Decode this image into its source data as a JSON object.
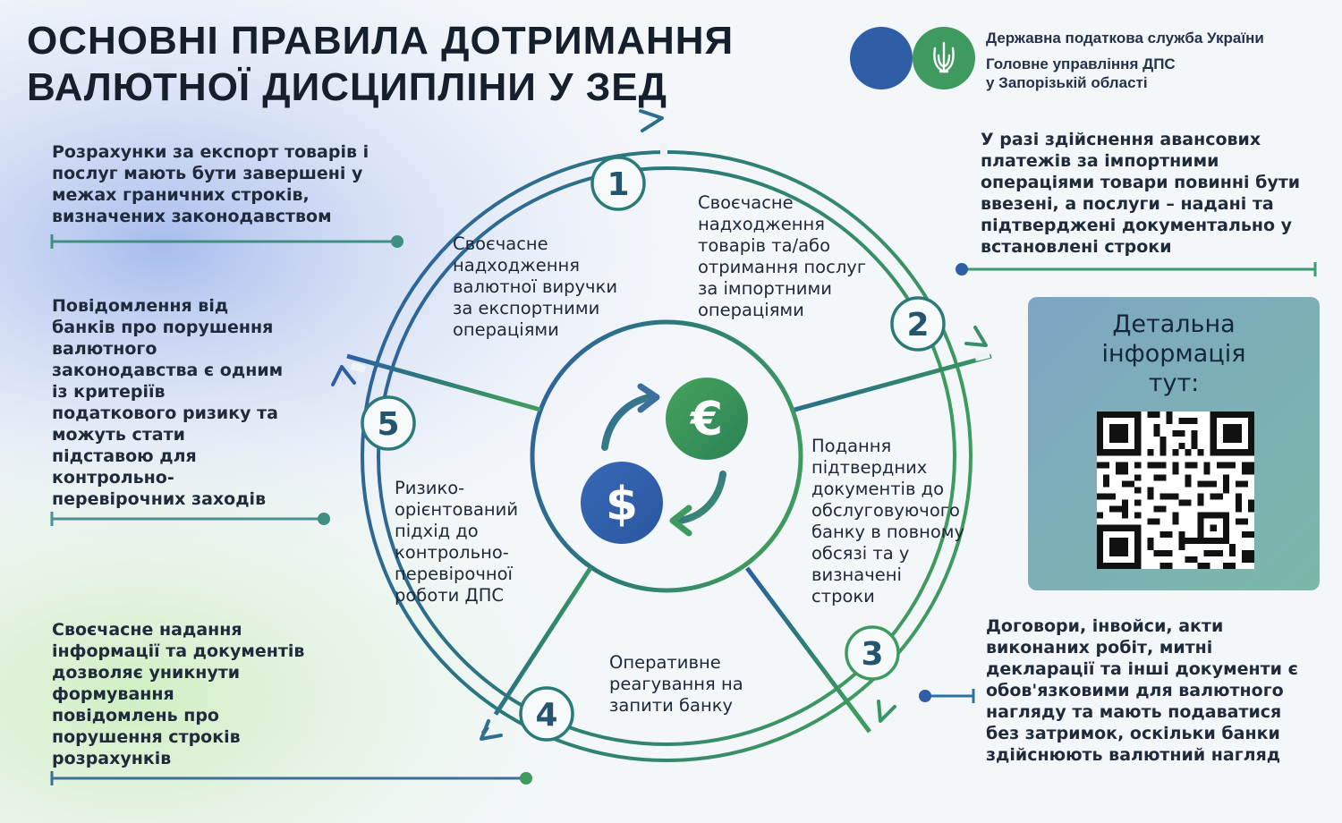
{
  "header": {
    "title_line1": "ОСНОВНІ ПРАВИЛА ДОТРИМАННЯ",
    "title_line2": "ВАЛЮТНОЇ ДИСЦИПЛІНИ У ЗЕД"
  },
  "organization": {
    "name": "Державна податкова служба України",
    "department": "Головне управління ДПС\nу Запорізькій області"
  },
  "stages": [
    {
      "number": "1",
      "text": "Своєчасне\nнадходження\nвалютної виручки\nза експортними\nопераціями"
    },
    {
      "number": "2",
      "text": "Своєчасне\nнадходження\nтоварів та/або\nотримання послуг\nза імпортними\nопераціями"
    },
    {
      "number": "3",
      "text": "Подання\nпідтвердних\nдокументів до\nобслуговуючого\nбанку в повному\nобсязі та у\nвизначені\nстроки"
    },
    {
      "number": "4",
      "text": "Оперативне\nреагування на\nзапити банку"
    },
    {
      "number": "5",
      "text": "Ризико-\nорієнтований\nпідхід до\nконтрольно-\nперевірочної\nроботи ДПС"
    }
  ],
  "notes": {
    "export": "Розрахунки за експорт товарів і\nпослуг мають бути завершені у\nмежах граничних строків,\nвизначених законодавством",
    "bank_reports": "Повідомлення від\nбанків про порушення\nвалютного\nзаконодавства є одним\nіз критеріїв\nподаткового ризику та\nможуть стати\nпідставою для\nконтрольно-\nперевірочних заходів",
    "timely_info": "Своєчасне надання\nінформації та документів\nдозволяє уникнути\nформування\nповідомлень про\nпорушення строків\nрозрахунків",
    "advance_payments": "У разі здійснення авансових\nплатежів за імпортними\nопераціями товари повинні бути\nввезені, а послуги – надані та\nпідтверджені документально у\nвстановлені строки",
    "documents": "Договори, інвойси, акти\nвиконаних робіт, митні\nдекларації та інші документи є\nобов'язковими для валютного\nнагляду та мають подаватися\nбез затримок, оскільки банки\nздійснюють валютний нагляд"
  },
  "qr_block": {
    "label": "Детальна\nінформація\nтут:"
  },
  "center_icons": {
    "euro": "€",
    "dollar": "$"
  },
  "colors": {
    "blue": "#2f5ea6",
    "teal": "#2b7a78",
    "green": "#3e9a5e",
    "dark_text": "#1e2a3a"
  }
}
